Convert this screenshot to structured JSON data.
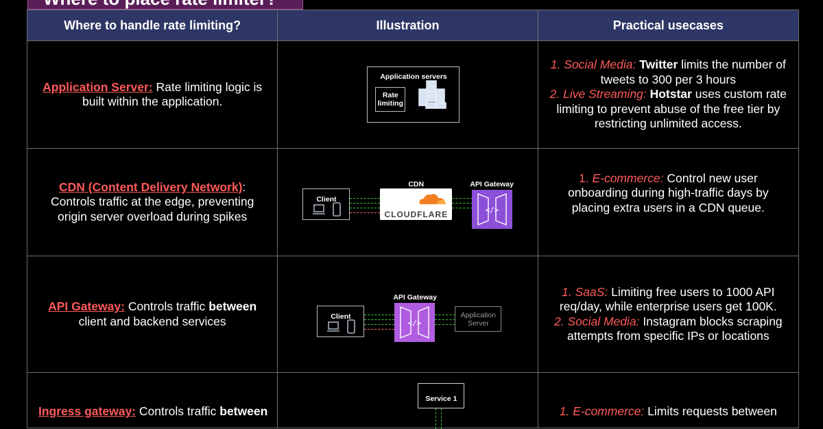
{
  "page": {
    "title": "Where to place rate limiter?"
  },
  "headers": [
    "Where to handle rate limiting?",
    "Illustration",
    "Practical usecases"
  ],
  "rows": [
    {
      "left": {
        "term": "Application Server:",
        "desc": "Rate limiting logic is built within the application."
      },
      "illustration": {
        "box_label": "Application servers",
        "inner_label_1": "Rate",
        "inner_label_2": "limiting",
        "icon": "database-servers-icon"
      },
      "usecases": [
        {
          "num": "1.",
          "cat": "Social Media:",
          "brand": "Twitter",
          "text": "limits the number of tweets to 300 per 3 hours"
        },
        {
          "num": "2.",
          "cat": "Live Streaming:",
          "brand": "Hotstar",
          "text": "uses custom rate limiting to prevent abuse of the free tier by restricting unlimited access."
        }
      ]
    },
    {
      "left": {
        "term": "CDN (Content Delivery Network)",
        "colon": ":",
        "desc": "Controls traffic at the edge, preventing origin server overload during spikes"
      },
      "illustration": {
        "client": "Client",
        "cdn": "CDN",
        "cdn_brand": "CLOUDFLARE",
        "gateway": "API Gateway"
      },
      "usecases": [
        {
          "num": "1.",
          "cat": "E-commerce:",
          "text": "Control new user onboarding during high-traffic days by placing extra users in a CDN queue."
        }
      ]
    },
    {
      "left": {
        "term": "API Gateway:",
        "desc1": "Controls traffic",
        "desc_bold": "between",
        "desc2": "client and backend services"
      },
      "illustration": {
        "client": "Client",
        "gateway": "API Gateway",
        "app_server_1": "Application",
        "app_server_2": "Server"
      },
      "usecases": [
        {
          "num": "1.",
          "cat": "SaaS:",
          "text": "Limiting free users to 1000 API req/day, while enterprise users get 100K."
        },
        {
          "num": "2.",
          "cat": "Social Media:",
          "text": "Instagram blocks scraping attempts from specific IPs or locations"
        }
      ]
    },
    {
      "left": {
        "term": "Ingress gateway:",
        "desc1": "Controls traffic",
        "desc_bold": "between"
      },
      "illustration": {
        "service": "Service 1"
      },
      "usecases": [
        {
          "num": "1.",
          "cat": "E-commerce:",
          "text": "Limits requests between"
        }
      ]
    }
  ],
  "colors": {
    "header_bg": "#2e3666",
    "accent_red": "#ff5a5a",
    "title_bg": "#5a1d58",
    "gateway_purple": "#b05ce0",
    "arrow_green": "#3ccf3c"
  }
}
